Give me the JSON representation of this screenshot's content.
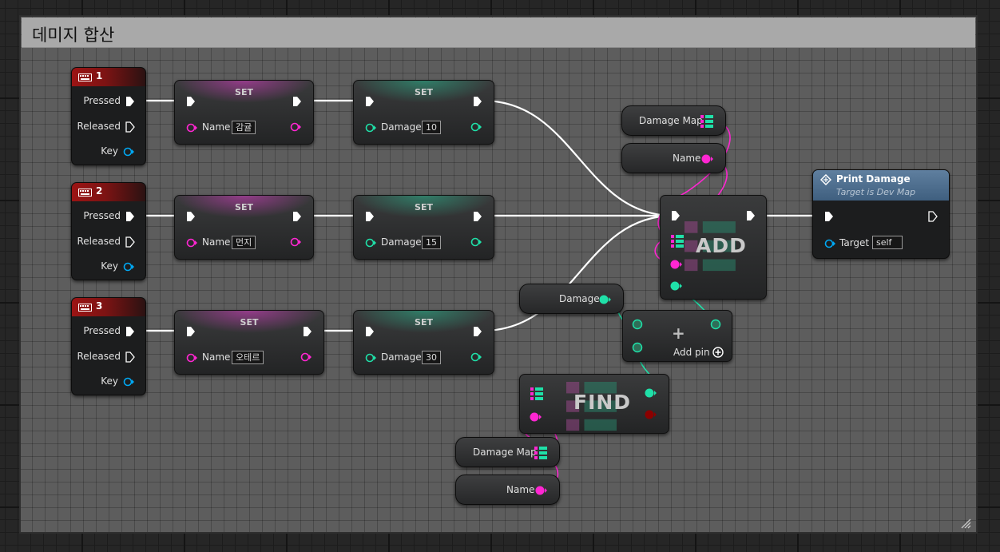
{
  "comment": {
    "title": "데미지 합산"
  },
  "events": [
    {
      "key": "1",
      "pressed": "Pressed",
      "released": "Released",
      "key_label": "Key"
    },
    {
      "key": "2",
      "pressed": "Pressed",
      "released": "Released",
      "key_label": "Key"
    },
    {
      "key": "3",
      "pressed": "Pressed",
      "released": "Released",
      "key_label": "Key"
    }
  ],
  "set_name": [
    {
      "title": "SET",
      "label": "Name",
      "value": "감귤"
    },
    {
      "title": "SET",
      "label": "Name",
      "value": "먼지"
    },
    {
      "title": "SET",
      "label": "Name",
      "value": "오테르"
    }
  ],
  "set_damage": [
    {
      "title": "SET",
      "label": "Damage",
      "value": "10"
    },
    {
      "title": "SET",
      "label": "Damage",
      "value": "15"
    },
    {
      "title": "SET",
      "label": "Damage",
      "value": "30"
    }
  ],
  "getters": {
    "damage_map_top": "Damage Map",
    "name_top": "Name",
    "damage": "Damage",
    "damage_map_bottom": "Damage Map",
    "name_bottom": "Name"
  },
  "add_node": {
    "title": "ADD"
  },
  "find_node": {
    "title": "FIND"
  },
  "add_pin_node": {
    "symbol": "+",
    "label": "Add pin"
  },
  "print_damage": {
    "title": "Print Damage",
    "subtitle": "Target is Dev Map",
    "target_label": "Target",
    "target_value": "self"
  },
  "colors": {
    "exec": "#ffffff",
    "name_pin": "#ff26d2",
    "int_pin": "#1fe0a8",
    "event_red": "#9c1414",
    "object_pin": "#00a8f3",
    "bool_pin": "#8b0000"
  }
}
